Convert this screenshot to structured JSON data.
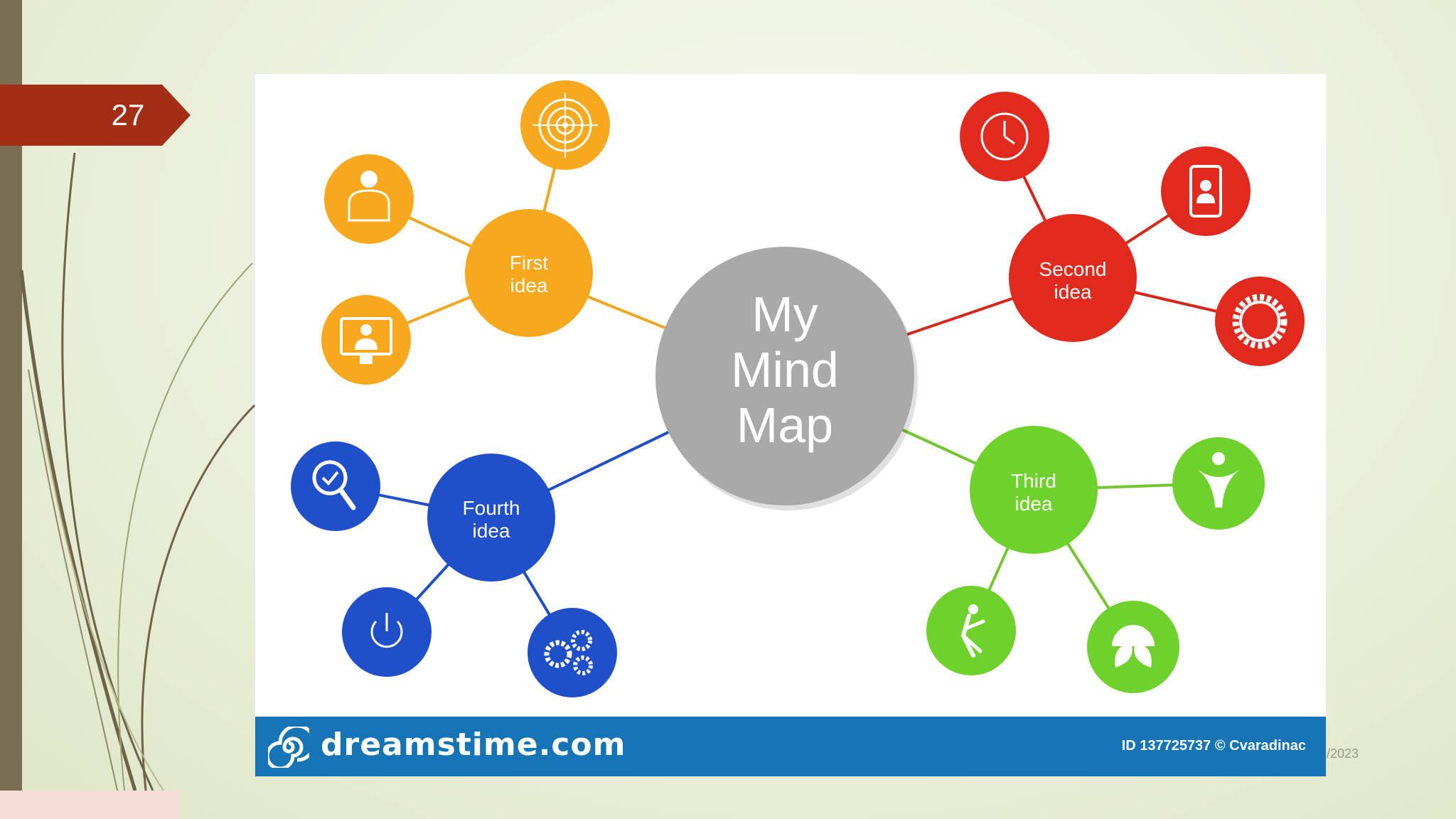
{
  "slide": {
    "page_number": "27",
    "date_fragment": "/2023"
  },
  "mind_map": {
    "center": "My Mind Map",
    "center_lines": [
      "My",
      "Mind",
      "Map"
    ],
    "colors": {
      "center": "#a9a9a9",
      "first": "#f7a81c",
      "second": "#e02a1d",
      "third": "#6fd12b",
      "fourth": "#1f4fc9"
    },
    "ideas": [
      {
        "label": "First idea",
        "lines": [
          "First",
          "idea"
        ],
        "icons": [
          "target-icon",
          "person-icon",
          "presentation-icon"
        ]
      },
      {
        "label": "Second idea",
        "lines": [
          "Second",
          "idea"
        ],
        "icons": [
          "clock-icon",
          "phone-contact-icon",
          "gear-icon"
        ]
      },
      {
        "label": "Third idea",
        "lines": [
          "Third",
          "idea"
        ],
        "icons": [
          "person-arms-open-icon",
          "running-person-icon",
          "leaf-sun-icon"
        ]
      },
      {
        "label": "Fourth idea",
        "lines": [
          "Fourth",
          "idea"
        ],
        "icons": [
          "magnifier-check-icon",
          "power-icon",
          "cogs-icon"
        ]
      }
    ]
  },
  "watermark": {
    "brand": "dreamstime.com",
    "credit": "ID 137725737 © Cvaradinac"
  }
}
